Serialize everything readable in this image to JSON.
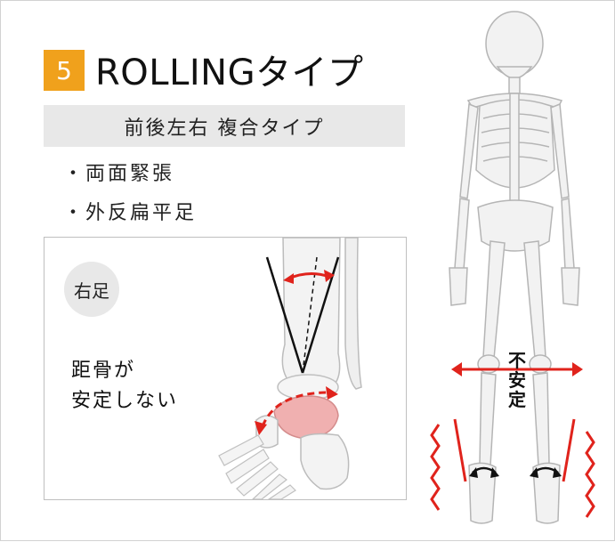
{
  "header": {
    "number": "5",
    "title": "ROLLINGタイプ"
  },
  "subtitle": "前後左右 複合タイプ",
  "bullets": [
    "・両面緊張",
    "・外反扁平足"
  ],
  "panel": {
    "foot_label": "右足",
    "lines": [
      "距骨が",
      "安定しない"
    ]
  },
  "skeleton": {
    "unstable_chars": [
      "不",
      "安",
      "定"
    ]
  },
  "colors": {
    "badge": "#f0a11c",
    "arrow": "#e0231c",
    "talus": "#f0b0b0"
  }
}
